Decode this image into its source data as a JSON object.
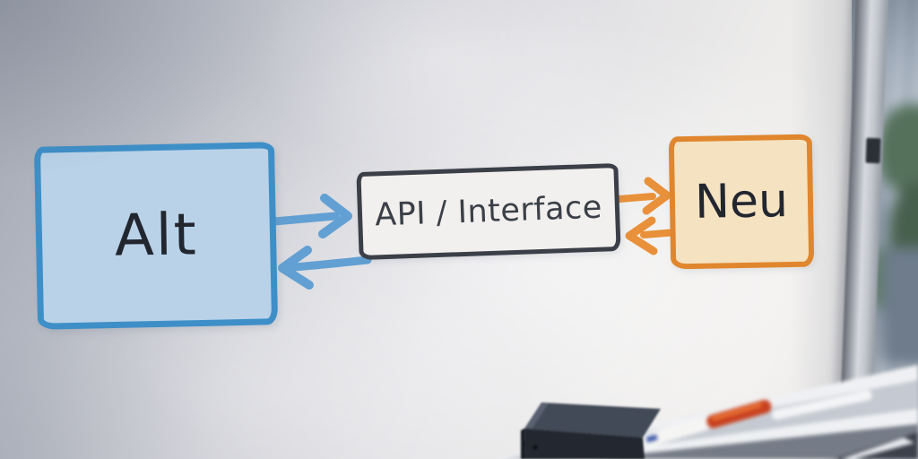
{
  "diagram": {
    "nodes": [
      {
        "id": "alt",
        "label": "Alt"
      },
      {
        "id": "api",
        "label": "API / Interface"
      },
      {
        "id": "neu",
        "label": "Neu"
      }
    ],
    "edges": [
      {
        "from": "alt",
        "to": "api",
        "direction": "right",
        "color_key": "blue-arrow"
      },
      {
        "from": "api",
        "to": "alt",
        "direction": "left",
        "color_key": "blue-arrow"
      },
      {
        "from": "api",
        "to": "neu",
        "direction": "right",
        "color_key": "orange-arrow"
      },
      {
        "from": "neu",
        "to": "api",
        "direction": "left",
        "color_key": "orange-arrow"
      }
    ]
  },
  "scene_objects": {
    "board": "whiteboard",
    "frame": "whiteboard-frame-rail",
    "clip": "frame-clip",
    "tray": "marker-tray",
    "eraser": "whiteboard-eraser",
    "marker_red": "red-capped-marker",
    "marker_white": "white-marker",
    "plant": "potted-plant",
    "window": "blurred-window-background"
  },
  "colors": {
    "blue-fill": "#b9d2e8",
    "blue-border": "#3e8fc7",
    "blue-arrow": "#62a0d3",
    "api-fill": "#f2f0ee",
    "api-border": "#3b3f47",
    "orange-fill": "#f4e2c1",
    "orange-border": "#e0862e",
    "orange-arrow": "#e8913a",
    "ink": "#22262f"
  }
}
